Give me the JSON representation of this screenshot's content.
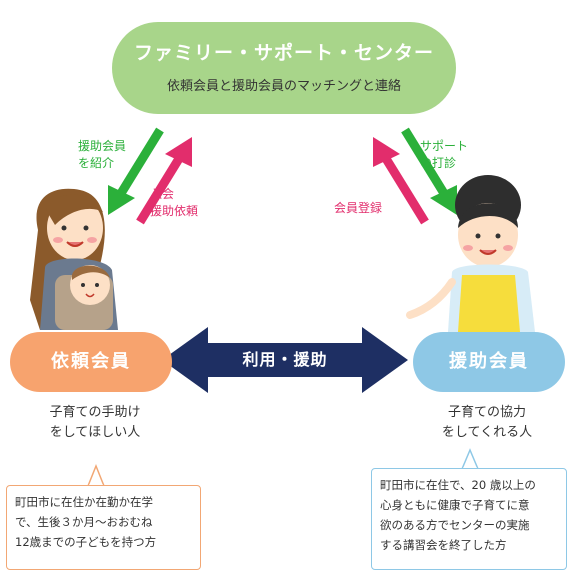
{
  "center": {
    "title": "ファミリー・サポート・センター",
    "subtitle": "依頼会員と援助会員のマッチングと連絡"
  },
  "arrows": {
    "top_left_down_label": [
      "援助会員",
      "を紹介"
    ],
    "top_left_up_label": [
      "入会",
      "援助依頼"
    ],
    "top_right_down_label": [
      "サポート",
      "の打診"
    ],
    "top_right_up_label": "会員登録",
    "middle_label": "利用・援助"
  },
  "left_member": {
    "title": "依頼会員",
    "description": [
      "子育ての手助け",
      "をしてほしい人"
    ],
    "detail": [
      "町田市に在住か在勤か在学",
      "で、生後３か月〜おおむね",
      "12歳までの子どもを持つ方"
    ]
  },
  "right_member": {
    "title": "援助会員",
    "description": [
      "子育ての協力",
      "をしてくれる人"
    ],
    "detail": [
      "町田市に在住で、20 歳以上の",
      "心身ともに健康で子育てに意",
      "欲のある方でセンターの実施",
      "する講習会を終了した方"
    ]
  },
  "colors": {
    "center": "#a8d58a",
    "left_node": "#f7a36e",
    "right_node": "#8ec8e6",
    "green_arrow": "#2bb03a",
    "pink_arrow": "#e22d6c",
    "navy_arrow": "#1e2f63"
  },
  "icons": [
    "mother-with-baby-illustration",
    "helper-woman-in-apron-illustration"
  ]
}
